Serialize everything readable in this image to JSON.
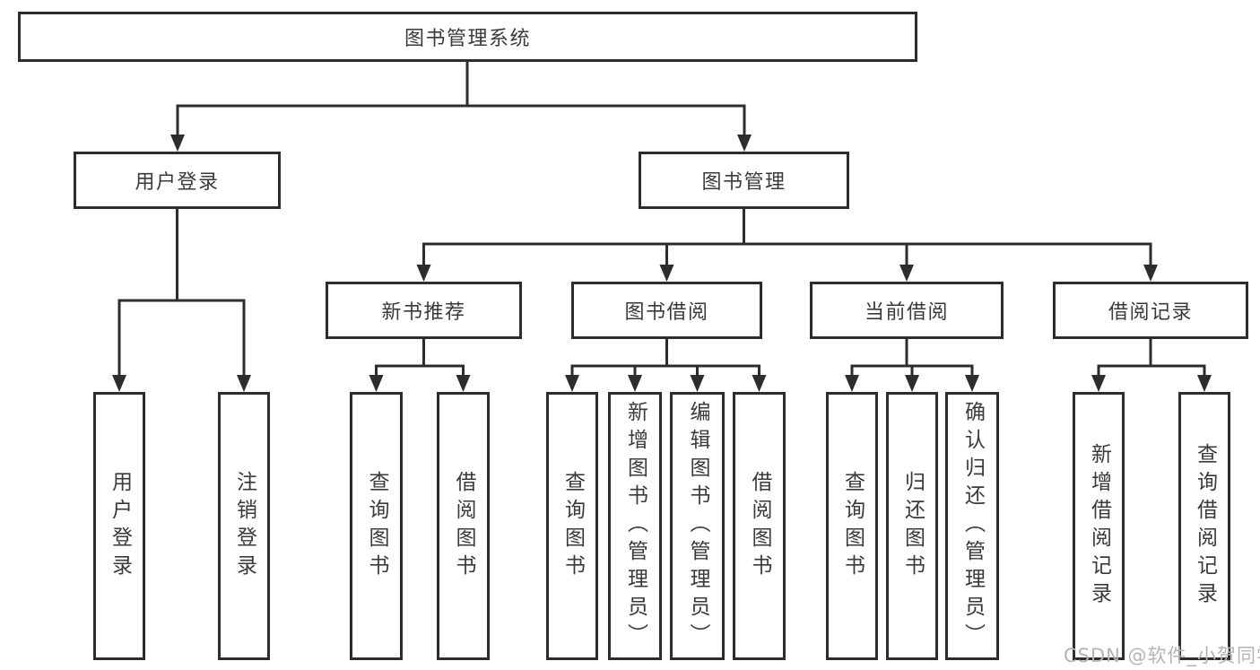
{
  "colors": {
    "background": "#ffffff",
    "box_border": "#2d2d2d",
    "connector": "#2d2d2d",
    "box_text": "#3a3a3a",
    "watermark_text": "#b4b4b4"
  },
  "tree": {
    "root": {
      "label": "图书管理系统"
    },
    "branches": [
      {
        "label": "用户登录",
        "children": [
          {
            "label": "用户登录"
          },
          {
            "label": "注销登录"
          }
        ]
      },
      {
        "label": "图书管理",
        "children": [
          {
            "label": "新书推荐",
            "children": [
              {
                "label": "查询图书"
              },
              {
                "label": "借阅图书"
              }
            ]
          },
          {
            "label": "图书借阅",
            "children": [
              {
                "label": "查询图书"
              },
              {
                "label": "新增图书（管理员）"
              },
              {
                "label": "编辑图书（管理员）"
              },
              {
                "label": "借阅图书"
              }
            ]
          },
          {
            "label": "当前借阅",
            "children": [
              {
                "label": "查询图书"
              },
              {
                "label": "归还图书"
              },
              {
                "label": "确认归还（管理员）"
              }
            ]
          },
          {
            "label": "借阅记录",
            "children": [
              {
                "label": "新增借阅记录"
              },
              {
                "label": "查询借阅记录"
              }
            ]
          }
        ]
      }
    ]
  },
  "watermark": {
    "text": "CSDN @软件_小贺同学"
  }
}
